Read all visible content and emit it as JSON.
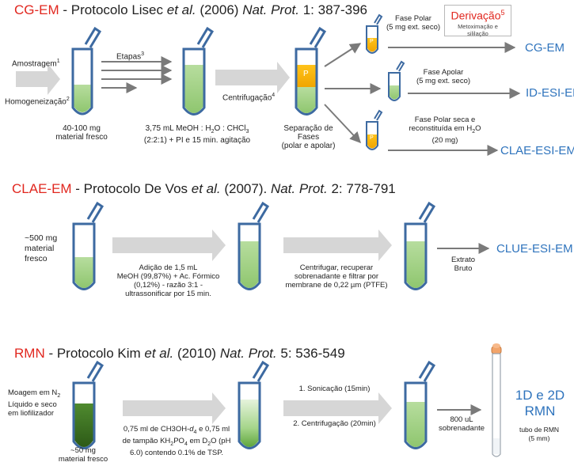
{
  "cgem": {
    "title_acronym": "CG-EM",
    "title_rest_1": " - Protocolo Lisec ",
    "title_et_al": "et al.",
    "title_rest_2": " (2006)  ",
    "title_journal": "Nat. Prot.",
    "title_rest_3": " 1: 387-396",
    "amostragem": "Amostragem",
    "sup1": "1",
    "homogeneizacao": "Homogeneização",
    "sup2": "2",
    "etapas": "Etapas",
    "sup3": "3",
    "tube1_caption_1": "40-100 mg",
    "tube1_caption_2": "material fresco",
    "tube2_caption_1": "3,75 mL MeOH : H",
    "tube2_caption_1b": "2",
    "tube2_caption_1c": "O : CHCl",
    "tube2_caption_1d": "3",
    "tube2_caption_2": "(2:2:1) + PI e 15 min. agitação",
    "centrifugacao": "Centrifugação",
    "sup4": "4",
    "tube3_caption_1": "Separação de Fases",
    "tube3_caption_2": "(polar e apolar)",
    "phase_label": "P",
    "polar_label_1": "Fase Polar",
    "polar_label_2": "(5 mg ext. seco)",
    "derivacao": "Derivação",
    "sup5": "5",
    "derivacao_sub_1": "Metoximação e",
    "derivacao_sub_2": "sililação",
    "out1": "CG-EM",
    "apolar_label_1": "Fase Apolar",
    "apolar_label_2": "(5 mg ext. seco)",
    "out2": "ID-ESI-EM",
    "polar_seca_1": "Fase Polar seca e",
    "polar_seca_2": "reconstituída em H",
    "polar_seca_2b": "2",
    "polar_seca_2c": "O",
    "polar_seca_3": "(20 mg)",
    "out3": "CLAE-ESI-EM"
  },
  "claeem": {
    "title_acronym": "CLAE-EM",
    "title_rest_1": " - Protocolo De Vos ",
    "title_et_al": "et al.",
    "title_rest_2": " (2007). ",
    "title_journal": "Nat. Prot.",
    "title_rest_3": " 2: 778-791",
    "tube1_label_1": "~500 mg",
    "tube1_label_2": "material",
    "tube1_label_3": "fresco",
    "step1_1": "Adição de 1,5 mL",
    "step1_2": "MeOH (99,87%) + Ac. Fórmico",
    "step1_3": "(0,12%) - razão 3:1 -",
    "step1_4": "ultrassonificar por 15 min.",
    "step2_1": "Centrifugar, recuperar",
    "step2_2": "sobrenadante e filtrar por",
    "step2_3": "membrane de 0,22 µm (PTFE)",
    "extrato_1": "Extrato",
    "extrato_2": "Bruto",
    "out": "CLUE-ESI-EM"
  },
  "rmn": {
    "title_acronym": "RMN",
    "title_rest_1": " - Protocolo Kim ",
    "title_et_al": "et al.",
    "title_rest_2": " (2010)  ",
    "title_journal": "Nat. Prot.",
    "title_rest_3": " 5: 536-549",
    "moagem_1": "Moagem em N",
    "moagem_1b": "2",
    "moagem_2": "Líquido e seco",
    "moagem_3": "em liofilizador",
    "tube1_caption_1": "~50 mg",
    "tube1_caption_2": "material fresco",
    "step1_1a": "0,75 ml de CH3OH-",
    "step1_1b": "d",
    "step1_1c": "4",
    "step1_1d": " e 0,75 ml",
    "step1_2a": "de tampão KH",
    "step1_2b": "2",
    "step1_2c": "PO",
    "step1_2d": "4",
    "step1_2e": " em D",
    "step1_2f": "2",
    "step1_2g": "O (pH",
    "step1_3": "6.0) contendo 0.1% de TSP.",
    "step2": "1. Sonicação (15min)",
    "step3": "2. Centrifugação (20min)",
    "sobrenadante_1": "800 uL",
    "sobrenadante_2": "sobrenadante",
    "out_1": "1D e 2D",
    "out_2": "RMN",
    "tubo_1": "tubo de RMN",
    "tubo_2": "(5 mm)"
  }
}
